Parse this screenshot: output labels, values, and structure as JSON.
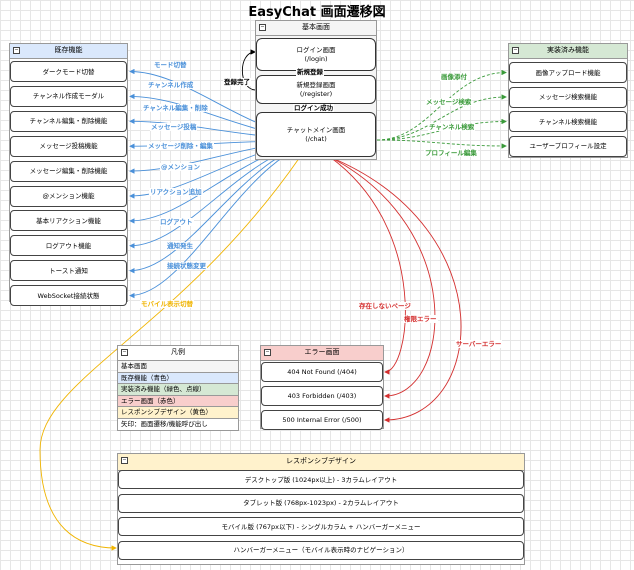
{
  "title": "EasyChat 画面遷移図",
  "colors": {
    "blue": "#4a90d9",
    "green": "#3a9a3a",
    "red": "#d32f2f",
    "yellow": "#f0b400"
  },
  "main": {
    "header": "基本画面",
    "login": {
      "name": "ログイン画面",
      "path": "(/login)"
    },
    "register": {
      "name": "新規登録画面",
      "path": "(/register)"
    },
    "chat": {
      "name": "チャットメイン画面",
      "path": "(/chat)"
    },
    "edge_register": "新規登録",
    "edge_login_success": "ログイン成功",
    "edge_register_done": "登録完了"
  },
  "existing": {
    "header": "既存機能",
    "items": [
      "ダークモード切替",
      "チャンネル作成モーダル",
      "チャンネル編集・削除機能",
      "メッセージ投稿機能",
      "メッセージ編集・削除機能",
      "@メンション機能",
      "基本リアクション機能",
      "ログアウト機能",
      "トースト通知",
      "WebSocket接続状態"
    ],
    "edge_labels": [
      "モード切替",
      "チャンネル作成",
      "チャンネル編集・削除",
      "メッセージ投稿",
      "メッセージ削除・編集",
      "@メンション",
      "リアクション追加",
      "ログアウト",
      "通知発生",
      "接続状態変更"
    ]
  },
  "implemented": {
    "header": "実装済み機能",
    "items": [
      "画像アップロード機能",
      "メッセージ検索機能",
      "チャンネル検索機能",
      "ユーザープロフィール設定"
    ],
    "edge_labels": [
      "画像添付",
      "メッセージ検索",
      "チャンネル検索",
      "プロフィール編集"
    ]
  },
  "errors": {
    "header": "エラー画面",
    "items": [
      "404 Not Found (/404)",
      "403 Forbidden (/403)",
      "500 Internal Error (/500)"
    ],
    "edge_labels": [
      "存在しないページ",
      "権限エラー",
      "サーバーエラー"
    ]
  },
  "responsive": {
    "header": "レスポンシブデザイン",
    "items": [
      "デスクトップ版 (1024px以上) - 3カラムレイアウト",
      "タブレット版 (768px-1023px) - 2カラムレイアウト",
      "モバイル版 (767px以下) - シングルカラム + ハンバーガーメニュー",
      "ハンバーガーメニュー（モバイル表示時のナビゲーション）"
    ],
    "edge_label": "モバイル表示切替"
  },
  "legend": {
    "header": "凡例",
    "rows": [
      "基本画面",
      "既存機能（青色）",
      "実装済み機能（緑色、点線）",
      "エラー画面（赤色）",
      "レスポンシブデザイン（黄色）",
      "矢印：画面遷移/機能呼び出し"
    ]
  }
}
